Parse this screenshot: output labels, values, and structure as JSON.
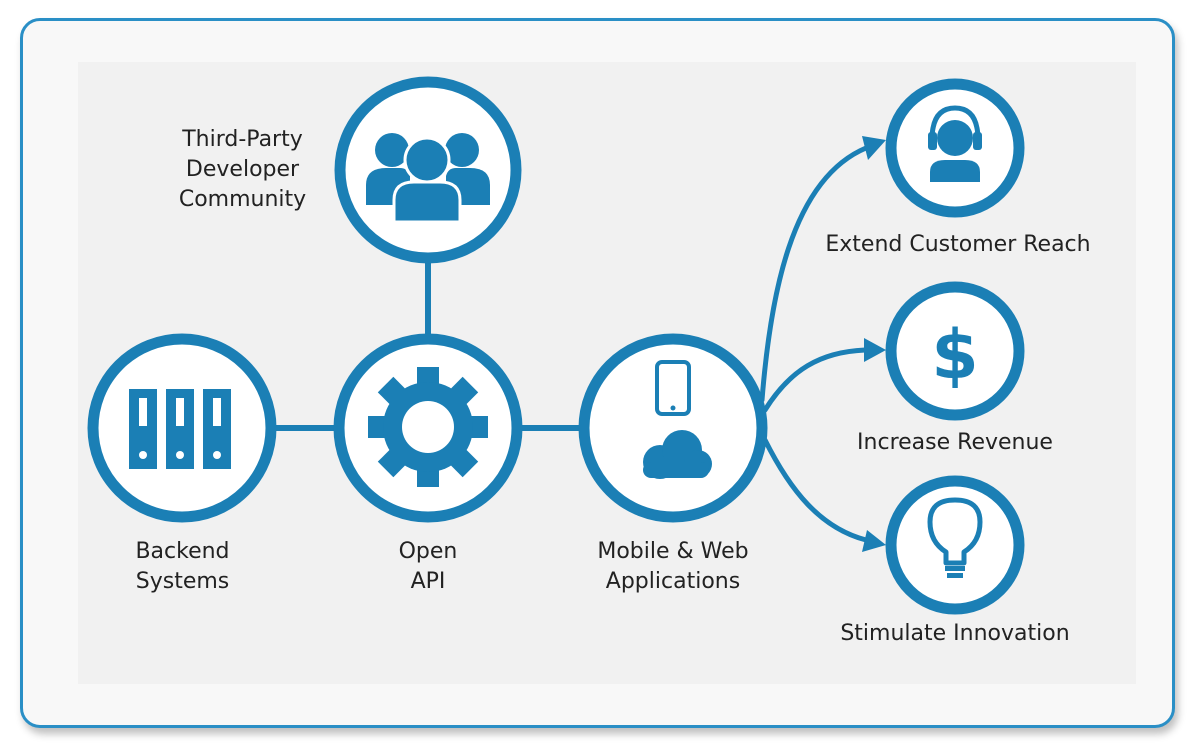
{
  "colors": {
    "accent": "#1b7fb5",
    "frame_border": "#2a8fc6",
    "background": "#f1f1f1",
    "text": "#222222"
  },
  "nodes": {
    "backend": {
      "label": "Backend\nSystems",
      "icon": "server-binders-icon"
    },
    "open_api": {
      "label": "Open\nAPI",
      "icon": "gear-icon"
    },
    "mobile_web": {
      "label": "Mobile & Web\nApplications",
      "icon": "phone-cloud-icon"
    },
    "developers": {
      "label": "Third-Party\nDeveloper\nCommunity",
      "icon": "people-group-icon"
    },
    "customer_reach": {
      "label": "Extend Customer Reach",
      "icon": "headset-person-icon"
    },
    "revenue": {
      "label": "Increase Revenue",
      "icon": "dollar-icon"
    },
    "innovation": {
      "label": "Stimulate Innovation",
      "icon": "lightbulb-icon"
    }
  }
}
